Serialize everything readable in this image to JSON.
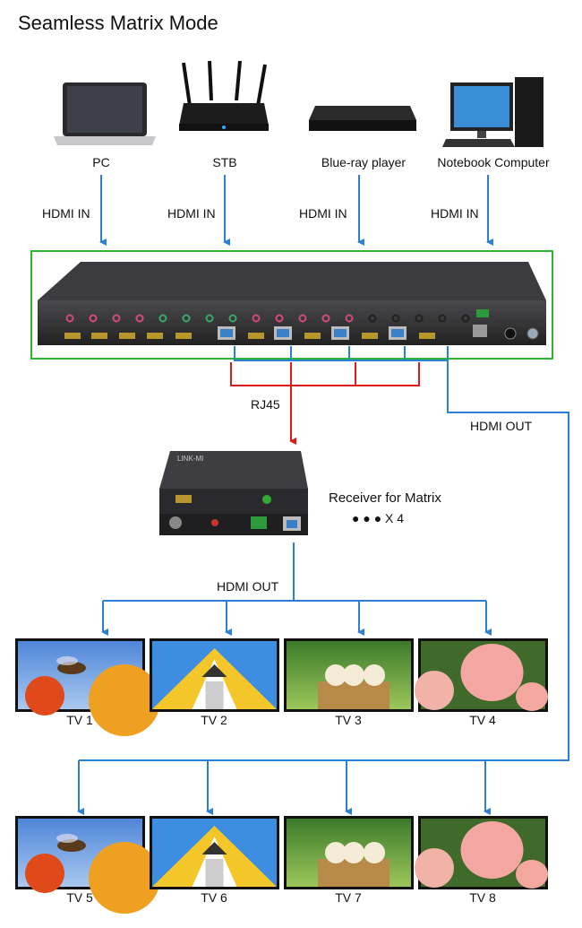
{
  "title": "Seamless Matrix Mode",
  "sources": [
    {
      "label": "PC",
      "icon": "laptop-icon"
    },
    {
      "label": "STB",
      "icon": "router-icon"
    },
    {
      "label": "Blue-ray player",
      "icon": "blu-ray-player-icon"
    },
    {
      "label": "Notebook Computer",
      "icon": "desktop-computer-icon"
    }
  ],
  "input_link_label": "HDMI IN",
  "matrix": {
    "icon": "hdmi-matrix-switch-icon",
    "frame_color": "#2db52d"
  },
  "rj45_label": "RJ45",
  "hdmi_out_label": "HDMI OUT",
  "receiver": {
    "label": "Receiver for Matrix",
    "count_label": "● ● ●  X 4",
    "brand": "LINK-MI"
  },
  "receiver_out_label": "HDMI OUT",
  "displays_row1": [
    {
      "label": "TV 1",
      "picture": "wasp"
    },
    {
      "label": "TV 2",
      "picture": "house"
    },
    {
      "label": "TV 3",
      "picture": "puppies"
    },
    {
      "label": "TV 4",
      "picture": "tulip"
    }
  ],
  "displays_row2": [
    {
      "label": "TV 5",
      "picture": "wasp"
    },
    {
      "label": "TV 6",
      "picture": "house"
    },
    {
      "label": "TV 7",
      "picture": "puppies"
    },
    {
      "label": "TV 8",
      "picture": "tulip"
    }
  ],
  "colors": {
    "hdmi_line": "#2b7fd4",
    "rj45_line": "#e01b1b",
    "frame": "#2db52d"
  }
}
